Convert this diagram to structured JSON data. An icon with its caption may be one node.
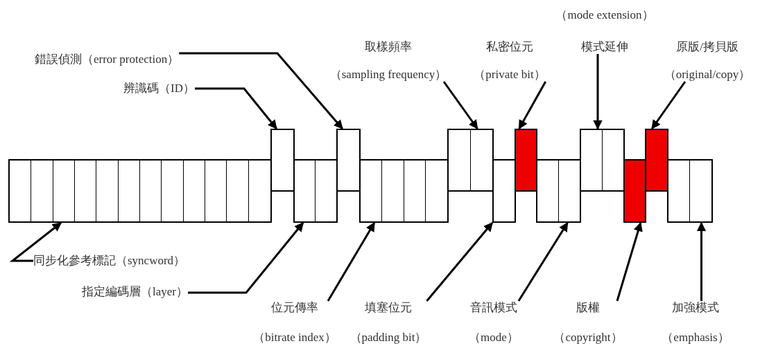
{
  "diagram": {
    "nodes": [
      {
        "text": [],
        "shape": "bar"
      },
      {
        "text": [],
        "shape": "bar"
      },
      {
        "text": [],
        "shape": "bar"
      },
      {
        "text": [],
        "shape": "bar"
      },
      {
        "text": [],
        "shape": "bar"
      },
      {
        "text": [],
        "shape": "bar"
      },
      {
        "text": [],
        "shape": "bar"
      },
      {
        "text": [],
        "shape": "bar"
      },
      {
        "text": [],
        "shape": "bar"
      },
      {
        "text": [],
        "shape": "bar"
      },
      {
        "text": [],
        "shape": "bar"
      },
      {
        "text": [],
        "shape": "bar"
      },
      {
        "text": [],
        "shape": "bar"
      },
      {
        "text": [
          "同步化參考標記（syncword）"
        ]
      },
      {
        "text": [
          "指定編碼層（layer）"
        ]
      },
      {
        "text": [
          "位元傳率",
          "（bitrate index）"
        ]
      },
      {
        "text": [
          "填塞位元",
          "（padding bit）"
        ]
      },
      {
        "text": [
          "音訊模式",
          "（mode）"
        ]
      },
      {
        "text": [
          "版權",
          "（copyright）"
        ]
      },
      {
        "text": [
          "加強模式",
          "（emphasis）"
        ]
      },
      {
        "text": [
          "錯誤偵測（error protection）"
        ]
      },
      {
        "text": [
          "辨識碼（ID）"
        ]
      },
      {
        "text": [
          "取樣頻率",
          "（sampling frequency）"
        ]
      },
      {
        "text": [
          "私密位元",
          "（private bit）"
        ]
      },
      {
        "text": [
          "（mode extension）",
          "模式延伸"
        ]
      },
      {
        "text": [
          "原版/拷貝版",
          "（original/copy）"
        ]
      }
    ],
    "edges": [
      {
        "from": 13,
        "to": 0,
        "arrow": "to"
      },
      {
        "from": 14,
        "to": 2,
        "arrow": "to"
      },
      {
        "from": 15,
        "to": 4,
        "arrow": "to"
      },
      {
        "from": 16,
        "to": 6,
        "arrow": "to"
      },
      {
        "from": 17,
        "to": 8,
        "arrow": "to"
      },
      {
        "from": 18,
        "to": 10,
        "arrow": "to"
      },
      {
        "from": 19,
        "to": 12,
        "arrow": "to"
      },
      {
        "from": 20,
        "to": 3,
        "arrow": "to"
      },
      {
        "from": 21,
        "to": 1,
        "arrow": "to"
      },
      {
        "from": 22,
        "to": 5,
        "arrow": "to"
      },
      {
        "from": 23,
        "to": 7,
        "arrow": "to"
      },
      {
        "from": 24,
        "to": 9,
        "arrow": "to"
      },
      {
        "from": 25,
        "to": 11,
        "arrow": "to"
      }
    ]
  }
}
